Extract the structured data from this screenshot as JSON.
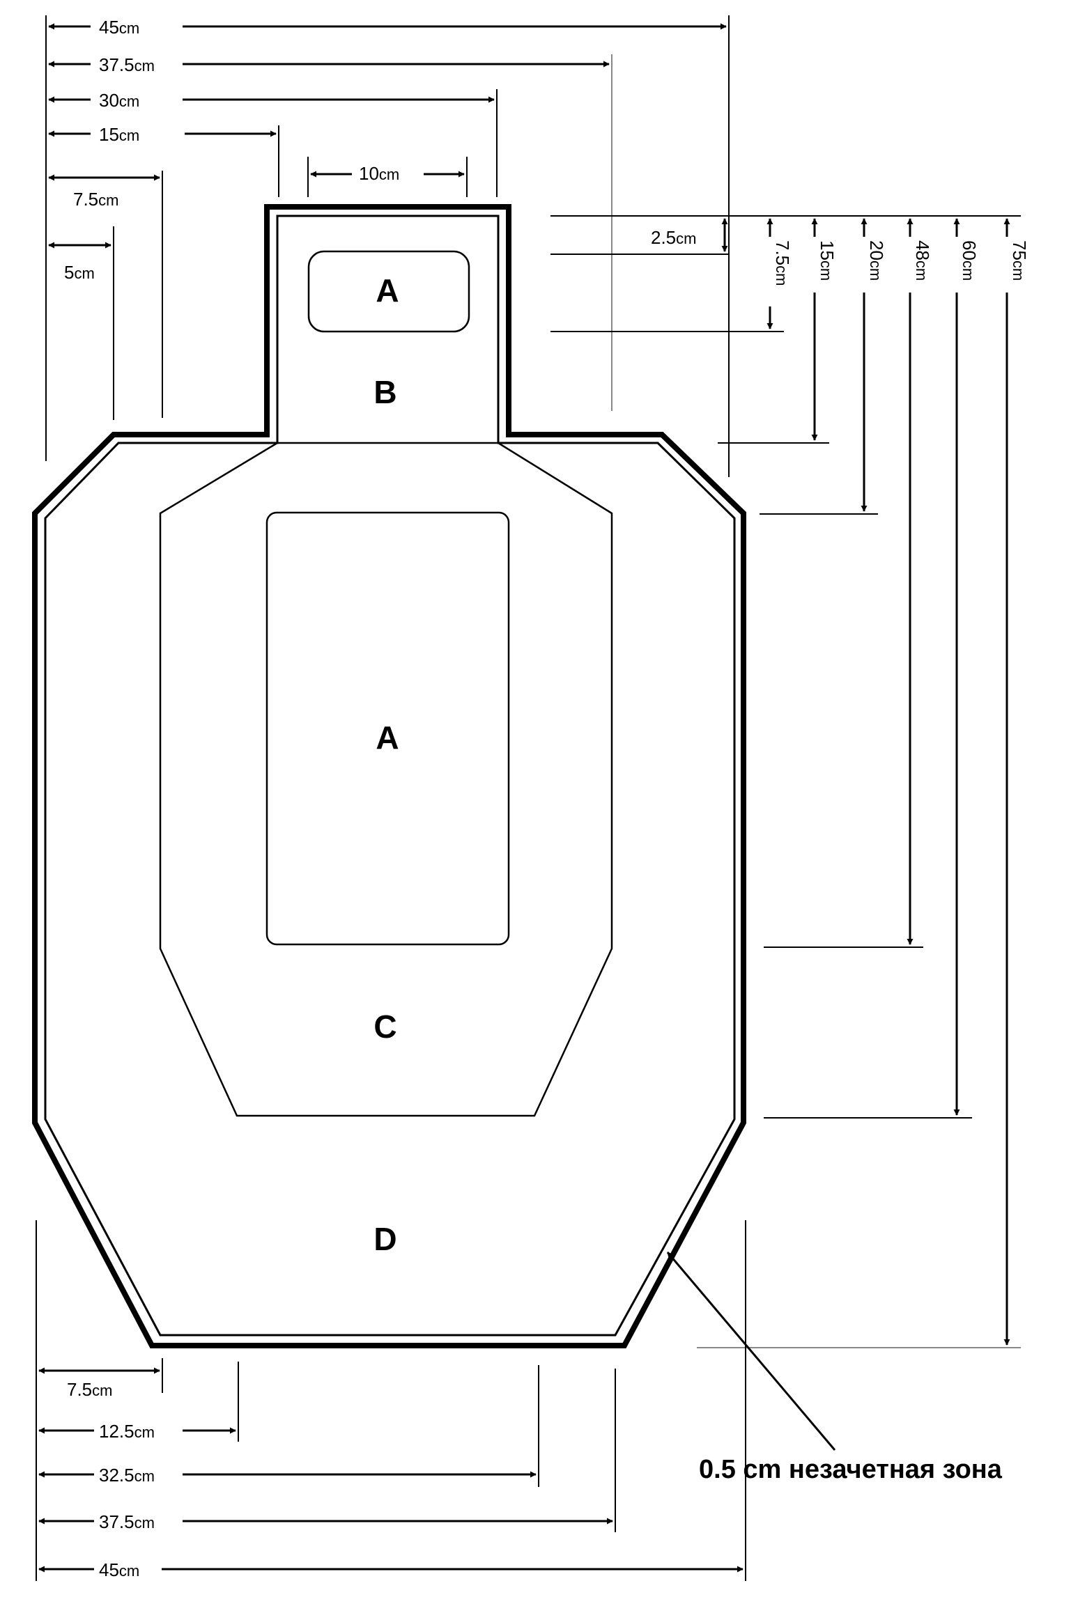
{
  "zones": {
    "a_head": "A",
    "b": "B",
    "a_body": "A",
    "c": "C",
    "d": "D"
  },
  "top_dims": {
    "d45": {
      "num": "45",
      "unit": "cm"
    },
    "d37_5": {
      "num": "37.5",
      "unit": "cm"
    },
    "d30": {
      "num": "30",
      "unit": "cm"
    },
    "d15": {
      "num": "15",
      "unit": "cm"
    },
    "d10": {
      "num": "10",
      "unit": "cm"
    },
    "d7_5": {
      "num": "7.5",
      "unit": "cm"
    },
    "d5": {
      "num": "5",
      "unit": "cm"
    }
  },
  "right_dims": {
    "d2_5": {
      "num": "2.5",
      "unit": "cm"
    },
    "d7_5": {
      "num": "7.5",
      "unit": "cm"
    },
    "d15": {
      "num": "15",
      "unit": "cm"
    },
    "d20": {
      "num": "20",
      "unit": "cm"
    },
    "d48": {
      "num": "48",
      "unit": "cm"
    },
    "d60": {
      "num": "60",
      "unit": "cm"
    },
    "d75": {
      "num": "75",
      "unit": "cm"
    }
  },
  "bottom_dims": {
    "d7_5": {
      "num": "7.5",
      "unit": "cm"
    },
    "d12_5": {
      "num": "12.5",
      "unit": "cm"
    },
    "d32_5": {
      "num": "32.5",
      "unit": "cm"
    },
    "d37_5": {
      "num": "37.5",
      "unit": "cm"
    },
    "d45": {
      "num": "45",
      "unit": "cm"
    }
  },
  "note": "0.5 cm незачетная зона"
}
